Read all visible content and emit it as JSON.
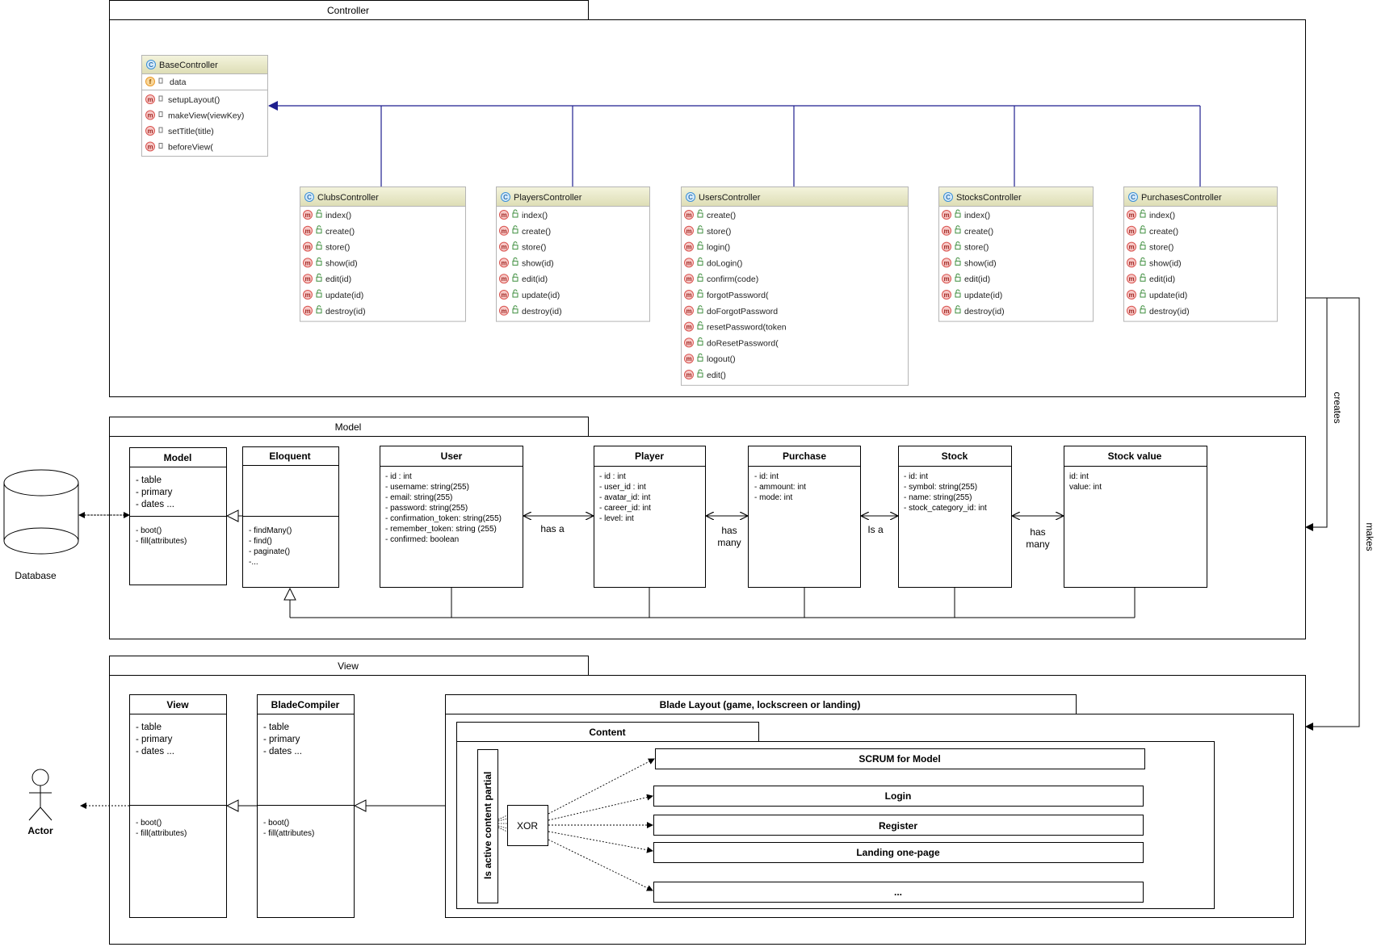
{
  "packages": {
    "controller": "Controller",
    "model": "Model",
    "view": "View"
  },
  "controllers": {
    "base": {
      "name": "BaseController",
      "field": "data",
      "methods": [
        "setupLayout()",
        "makeView(viewKey)",
        "setTitle(title)",
        "beforeView("
      ]
    },
    "children": [
      {
        "name": "ClubsController",
        "methods": [
          "index()",
          "create()",
          "store()",
          "show(id)",
          "edit(id)",
          "update(id)",
          "destroy(id)"
        ]
      },
      {
        "name": "PlayersController",
        "methods": [
          "index()",
          "create()",
          "store()",
          "show(id)",
          "edit(id)",
          "update(id)",
          "destroy(id)"
        ]
      },
      {
        "name": "UsersController",
        "methods": [
          "create()",
          "store()",
          "login()",
          "doLogin()",
          "confirm(code)",
          "forgotPassword(",
          "doForgotPassword",
          "resetPassword(token",
          "doResetPassword(",
          "logout()",
          "edit()"
        ]
      },
      {
        "name": "StocksController",
        "methods": [
          "index()",
          "create()",
          "store()",
          "show(id)",
          "edit(id)",
          "update(id)",
          "destroy(id)"
        ]
      },
      {
        "name": "PurchasesController",
        "methods": [
          "index()",
          "create()",
          "store()",
          "show(id)",
          "edit(id)",
          "update(id)",
          "destroy(id)"
        ]
      }
    ],
    "icons": {
      "class": "C",
      "field": "f",
      "method": "m"
    }
  },
  "model": {
    "database": "Database",
    "model_class": {
      "title": "Model",
      "attrs": [
        "- table",
        "- primary",
        "- dates ..."
      ],
      "methods": [
        "- boot()",
        "- fill(attributes)"
      ]
    },
    "eloquent": {
      "title": "Eloquent",
      "methods": [
        "- findMany()",
        "- find()",
        "- paginate()",
        "-..."
      ]
    },
    "user": {
      "title": "User",
      "attrs": [
        "- id : int",
        "- username: string(255)",
        "- email: string(255)",
        "- password: string(255)",
        "- confirmation_token: string(255)",
        "- remember_token: string (255)",
        "- confirmed: boolean"
      ]
    },
    "player": {
      "title": "Player",
      "attrs": [
        "- id : int",
        "- user_id : int",
        "- avatar_id: int",
        "- career_id: int",
        "- level: int"
      ]
    },
    "purchase": {
      "title": "Purchase",
      "attrs": [
        "- id: int",
        "- ammount: int",
        "- mode: int"
      ]
    },
    "stock": {
      "title": "Stock",
      "attrs": [
        "- id: int",
        "- symbol: string(255)",
        "- name: string(255)",
        "- stock_category_id: int"
      ]
    },
    "stock_value": {
      "title": "Stock value",
      "attrs": [
        "id: int",
        "value: int"
      ]
    },
    "relations": {
      "user_player": "has a",
      "player_purchase": [
        "has",
        "many"
      ],
      "purchase_stock": "Is a",
      "stock_value": [
        "has",
        "many"
      ]
    }
  },
  "view": {
    "actor": "Actor",
    "view_class": {
      "title": "View",
      "attrs": [
        "- table",
        "- primary",
        "- dates ..."
      ],
      "methods": [
        "- boot()",
        "- fill(attributes)"
      ]
    },
    "blade_compiler": {
      "title": "BladeCompiler",
      "attrs": [
        "- table",
        "- primary",
        "- dates ..."
      ],
      "methods": [
        "- boot()",
        "- fill(attributes)"
      ]
    },
    "blade_layout": "Blade Layout (game, lockscreen or landing)",
    "content": "Content",
    "partial_label": "Is active content partial",
    "xor": "XOR",
    "targets": [
      "SCRUM for Model",
      "Login",
      "Register",
      "Landing one-page",
      "..."
    ]
  },
  "edges": {
    "creates": "creates",
    "makes": "makes"
  },
  "colors": {
    "class_header": "#e6e6c3",
    "class_border": "#b5b5b5",
    "icon_class": "#3b8fd6",
    "icon_field": "#e99a2c",
    "icon_method": "#d9534f",
    "inherit_line": "#1f1f8f",
    "lock_green": "#3e8e3e"
  }
}
